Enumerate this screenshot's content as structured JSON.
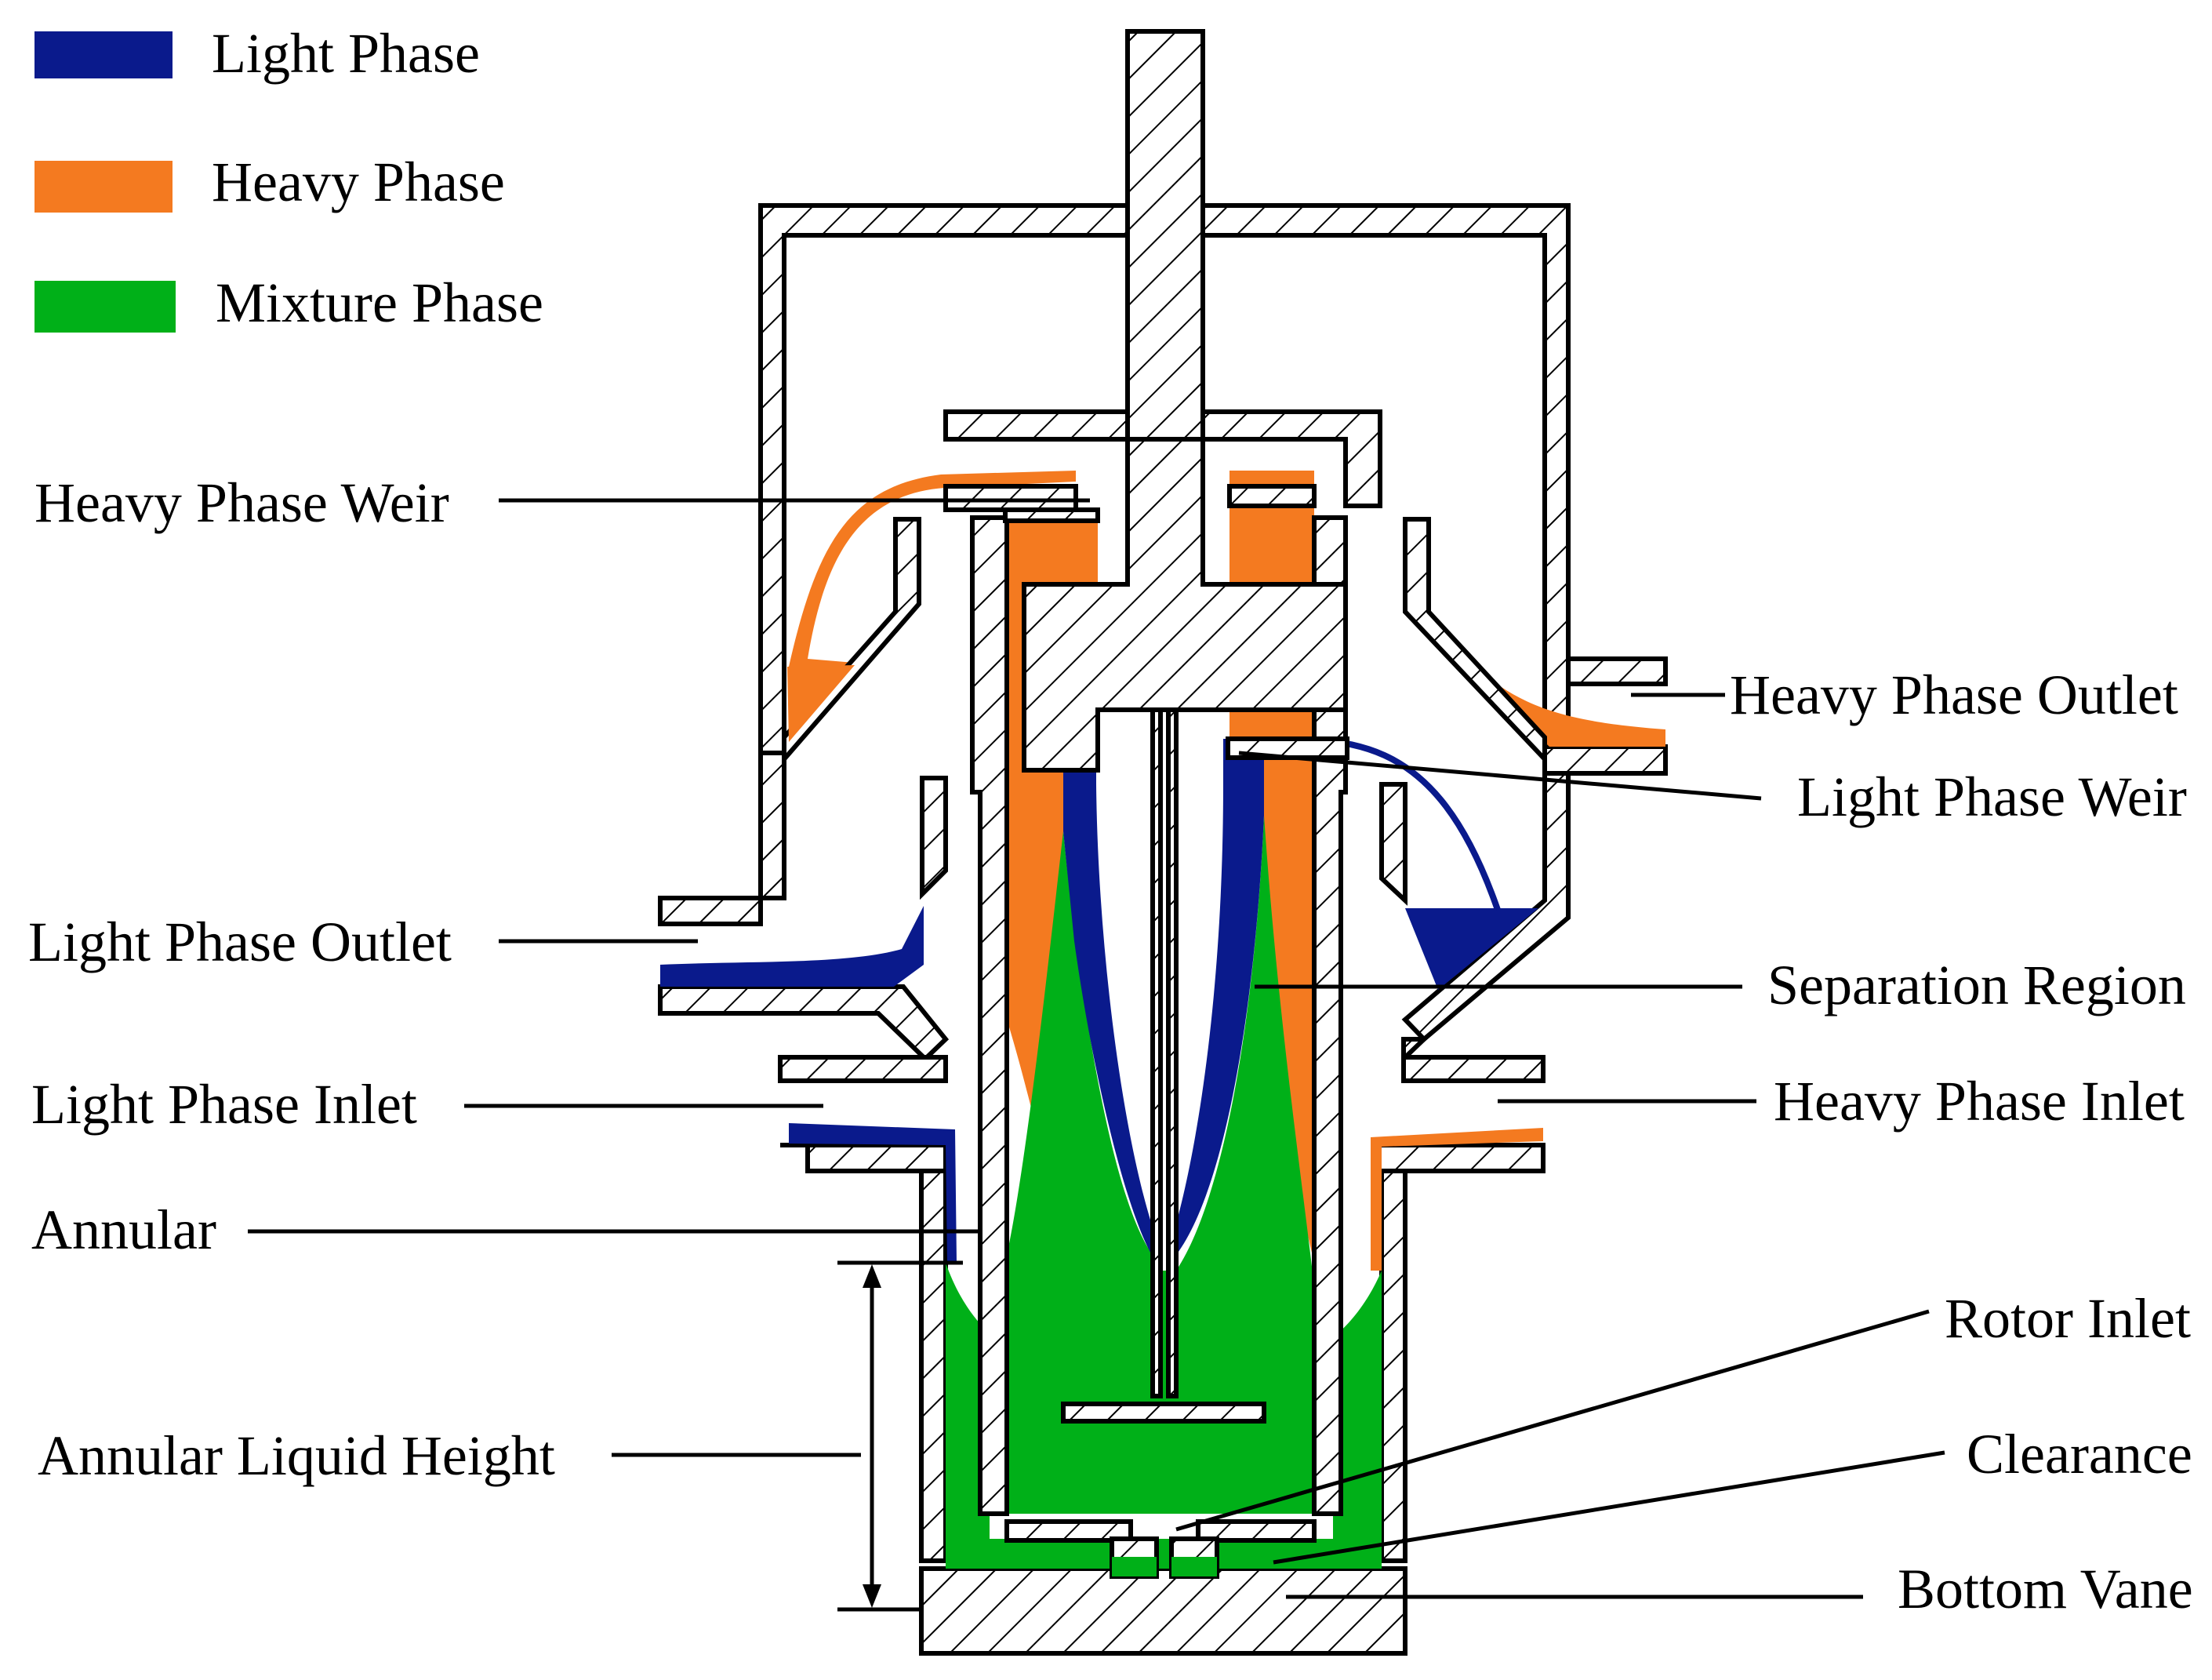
{
  "colors": {
    "light_phase": "#0a1a8c",
    "heavy_phase": "#f47a20",
    "mixture_phase": "#00b018"
  },
  "legend": [
    {
      "label": "Light Phase",
      "color": "#0a1a8c"
    },
    {
      "label": "Heavy Phase",
      "color": "#f47a20"
    },
    {
      "label": "Mixture Phase",
      "color": "#00b018"
    }
  ],
  "labels": {
    "heavy_phase_weir": "Heavy Phase Weir",
    "light_phase_outlet": "Light Phase Outlet",
    "light_phase_inlet": "Light Phase Inlet",
    "annular": "Annular",
    "annular_liquid_height": "Annular Liquid Height",
    "heavy_phase_outlet": "Heavy Phase Outlet",
    "light_phase_weir": "Light Phase Weir",
    "separation_region": "Separation Region",
    "heavy_phase_inlet": "Heavy Phase Inlet",
    "rotor_inlet": "Rotor Inlet",
    "clearance": "Clearance",
    "bottom_vane": "Bottom Vane"
  }
}
